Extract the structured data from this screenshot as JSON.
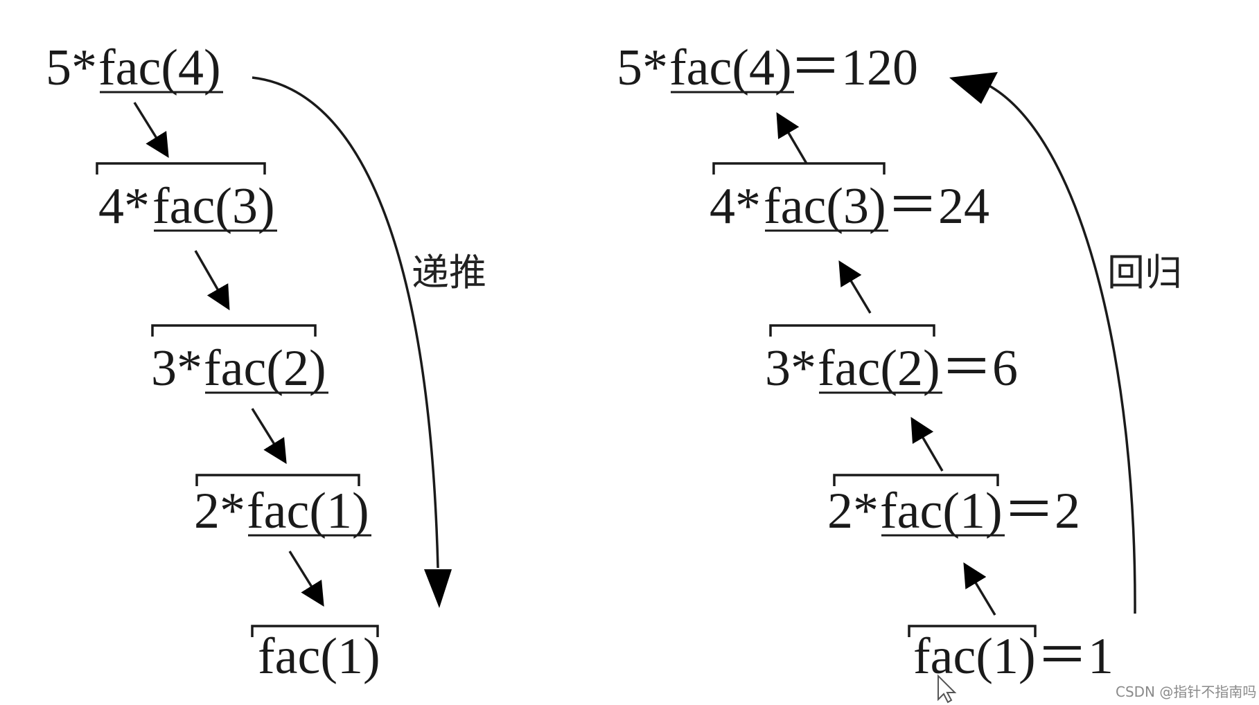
{
  "left_column": {
    "label": "递推",
    "rows": [
      {
        "prefix": "5*",
        "call": "fac(4)"
      },
      {
        "prefix": "4*",
        "call": "fac(3)"
      },
      {
        "prefix": "3*",
        "call": "fac(2)"
      },
      {
        "prefix": "2*",
        "call": "fac(1)"
      },
      {
        "prefix": "",
        "call": "fac(1)"
      }
    ]
  },
  "right_column": {
    "label": "回归",
    "rows": [
      {
        "prefix": "5*",
        "call": "fac(4)",
        "result": "＝120"
      },
      {
        "prefix": "4*",
        "call": "fac(3)",
        "result": "＝24"
      },
      {
        "prefix": "3*",
        "call": "fac(2)",
        "result": "＝6"
      },
      {
        "prefix": "2*",
        "call": "fac(1)",
        "result": "＝2"
      },
      {
        "prefix": "",
        "call": "fac(1)",
        "result": "＝1"
      }
    ]
  },
  "watermark": "CSDN @指针不指南吗"
}
